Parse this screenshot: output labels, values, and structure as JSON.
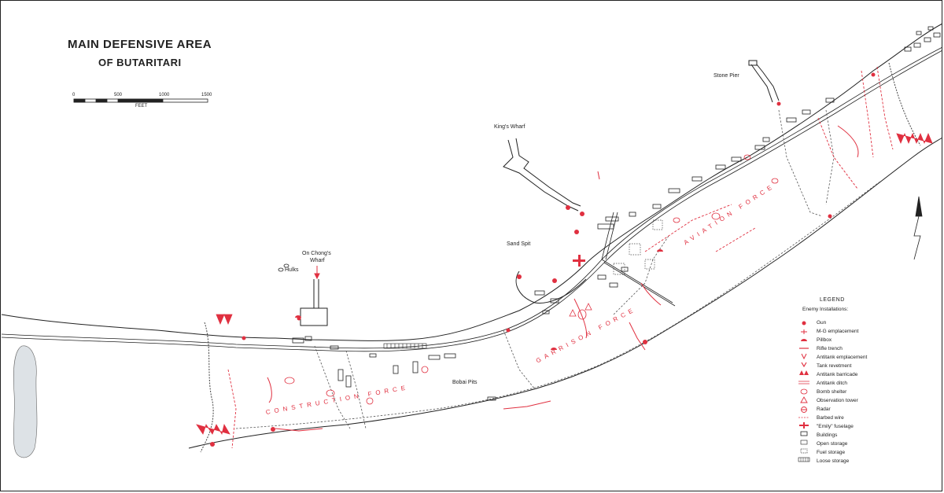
{
  "title": {
    "main": "MAIN DEFENSIVE AREA",
    "sub": "OF BUTARITARI"
  },
  "scale": {
    "ticks": [
      "0",
      "500",
      "1000",
      "1500"
    ],
    "unit": "FEET"
  },
  "places": {
    "stone_pier": "Stone Pier",
    "kings_wharf": "King's Wharf",
    "sand_spit": "Sand Spit",
    "on_chongs_wharf_1": "On Chong's",
    "on_chongs_wharf_2": "Wharf",
    "hulks": "Hulks",
    "bobai_pits": "Bobai Pits"
  },
  "forces": {
    "aviation": "AVIATION FORCE",
    "garrison": "GARRISON FORCE",
    "construction": "CONSTRUCTION FORCE"
  },
  "legend": {
    "title": "LEGEND",
    "subtitle": "Enemy Installations:",
    "items": [
      {
        "label": "Gun",
        "symbol": "gun"
      },
      {
        "label": "M-G emplacement",
        "symbol": "mg"
      },
      {
        "label": "Pillbox",
        "symbol": "pillbox"
      },
      {
        "label": "Rifle trench",
        "symbol": "rifle-trench"
      },
      {
        "label": "Antitank emplacement",
        "symbol": "antitank-emplacement"
      },
      {
        "label": "Tank revetment",
        "symbol": "tank-revetment"
      },
      {
        "label": "Antitank barricade",
        "symbol": "antitank-barricade"
      },
      {
        "label": "Antitank ditch",
        "symbol": "antitank-ditch"
      },
      {
        "label": "Bomb shelter",
        "symbol": "bomb-shelter"
      },
      {
        "label": "Observation tower",
        "symbol": "observation-tower"
      },
      {
        "label": "Radar",
        "symbol": "radar"
      },
      {
        "label": "Barbed wire",
        "symbol": "barbed-wire"
      },
      {
        "label": "\"Emily\" fuselage",
        "symbol": "emily-fuselage"
      },
      {
        "label": "Buildings",
        "symbol": "building"
      },
      {
        "label": "Open storage",
        "symbol": "open-storage"
      },
      {
        "label": "Fuel storage",
        "symbol": "fuel-storage"
      },
      {
        "label": "Loose storage",
        "symbol": "loose-storage"
      }
    ]
  },
  "colors": {
    "ink": "#222222",
    "red": "#e03040",
    "water": "#ffffff",
    "lagoon_island": "#dde2e6"
  }
}
